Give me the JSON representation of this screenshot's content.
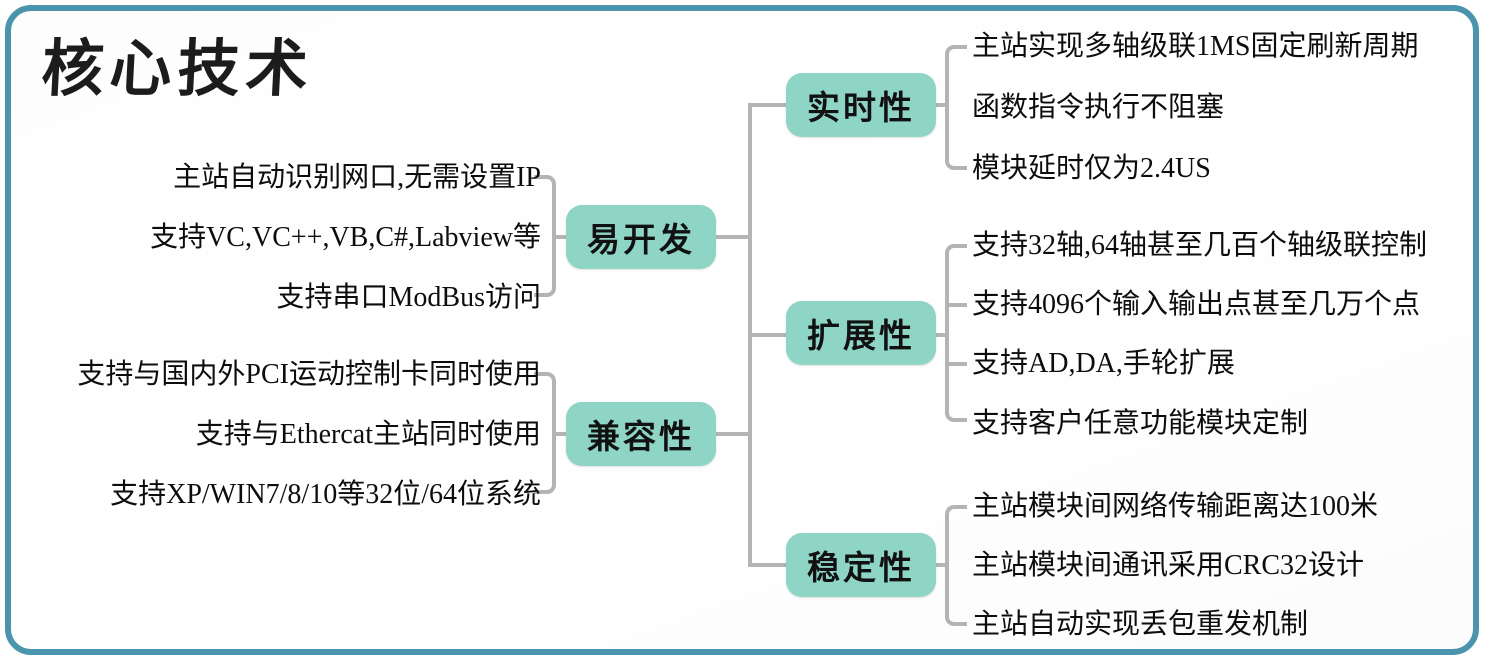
{
  "frame": {
    "border_color": "#4a94ae",
    "background": "#ffffff"
  },
  "title": "核心技术",
  "theme": {
    "node_fill": "#8ed5c6",
    "node_text": "#111111",
    "connector": "#b4b4b4",
    "leaf_text": "#0d0d0d"
  },
  "branches": {
    "easy_dev": {
      "label": "易开发",
      "side": "left",
      "items": [
        "主站自动识别网口,无需设置IP",
        "支持VC,VC++,VB,C#,Labview等",
        "支持串口ModBus访问"
      ]
    },
    "compatibility": {
      "label": "兼容性",
      "side": "left",
      "items": [
        "支持与国内外PCI运动控制卡同时使用",
        "支持与Ethercat主站同时使用",
        "支持XP/WIN7/8/10等32位/64位系统"
      ]
    },
    "realtime": {
      "label": "实时性",
      "side": "right",
      "items": [
        "主站实现多轴级联1MS固定刷新周期",
        "函数指令执行不阻塞",
        "模块延时仅为2.4US"
      ]
    },
    "scalability": {
      "label": "扩展性",
      "side": "right",
      "items": [
        "支持32轴,64轴甚至几百个轴级联控制",
        "支持4096个输入输出点甚至几万个点",
        "支持AD,DA,手轮扩展",
        "支持客户任意功能模块定制"
      ]
    },
    "stability": {
      "label": "稳定性",
      "side": "right",
      "items": [
        "主站模块间网络传输距离达100米",
        "主站模块间通讯采用CRC32设计",
        "主站自动实现丢包重发机制"
      ]
    }
  }
}
